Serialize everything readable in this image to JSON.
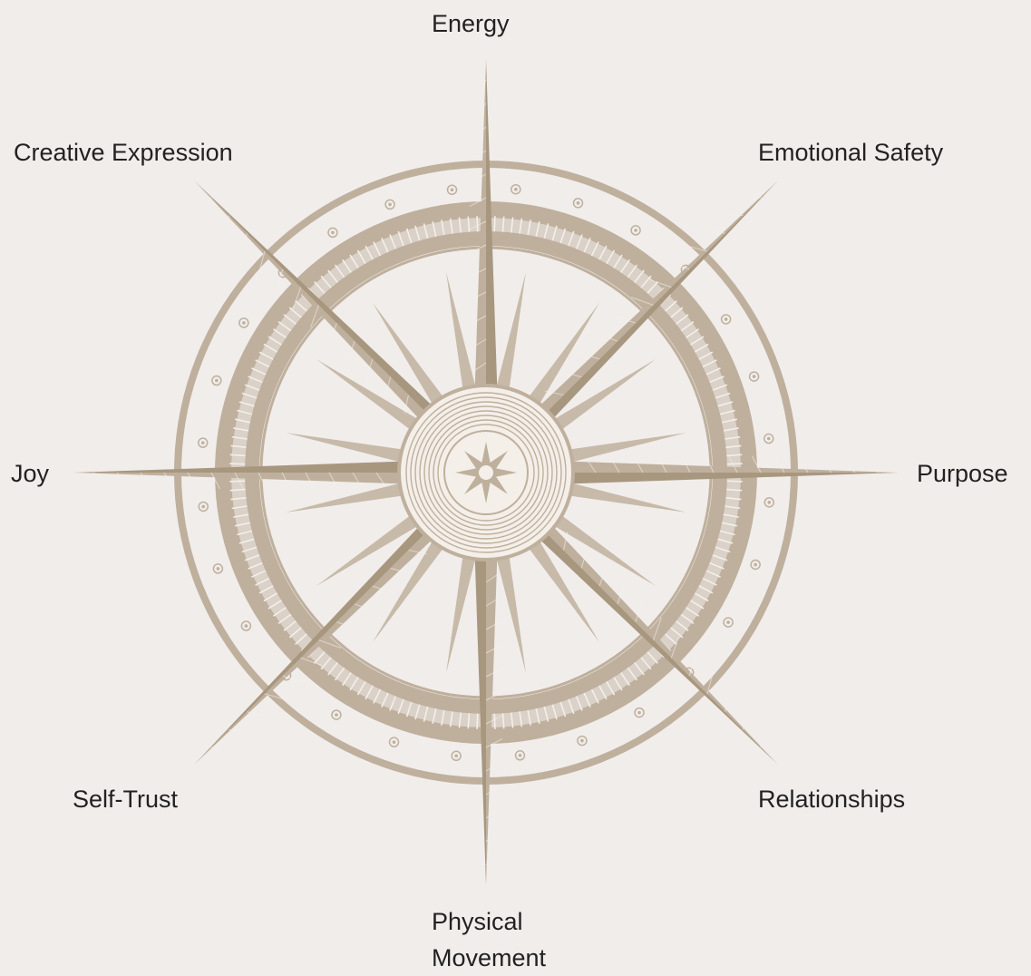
{
  "colors": {
    "background": "#f1edeb",
    "ornament": "#bfb09d",
    "ornament_dark": "#a8977f",
    "ornament_light": "#f4efe9",
    "text": "#222222"
  },
  "labels": {
    "top": "Energy",
    "top_right": "Emotional Safety",
    "right": "Purpose",
    "bottom_right": "Relationships",
    "bottom_line1": "Physical",
    "bottom_line2": "Movement",
    "bottom_left": "Self-Trust",
    "left": "Joy",
    "top_left": "Creative Expression"
  },
  "icons": {
    "center": "compass-rose-icon"
  }
}
